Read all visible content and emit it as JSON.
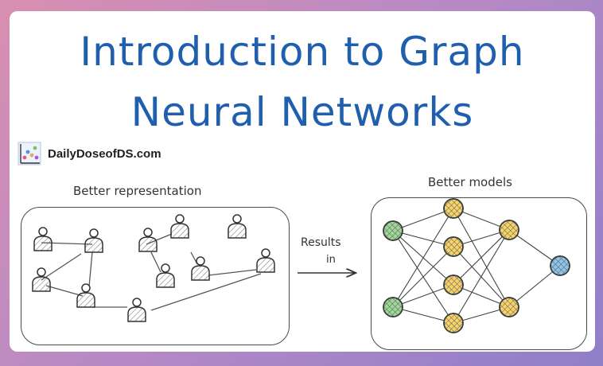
{
  "title_line1": "Introduction to Graph",
  "title_line2": "Neural Networks",
  "brand": {
    "name": "DailyDoseofDS.com",
    "icon": "scatter-chart-logo-icon"
  },
  "left": {
    "label": "Better representation"
  },
  "right": {
    "label": "Better models"
  },
  "arrow": {
    "text_top": "Results",
    "text_bottom": "in",
    "icon": "arrow-right-icon"
  },
  "colors": {
    "title": "#1f5fae",
    "input_node": "#9ed99a",
    "hidden_node": "#f6d46b",
    "output_node": "#8ec5ea",
    "stroke": "#3a3a3a"
  }
}
